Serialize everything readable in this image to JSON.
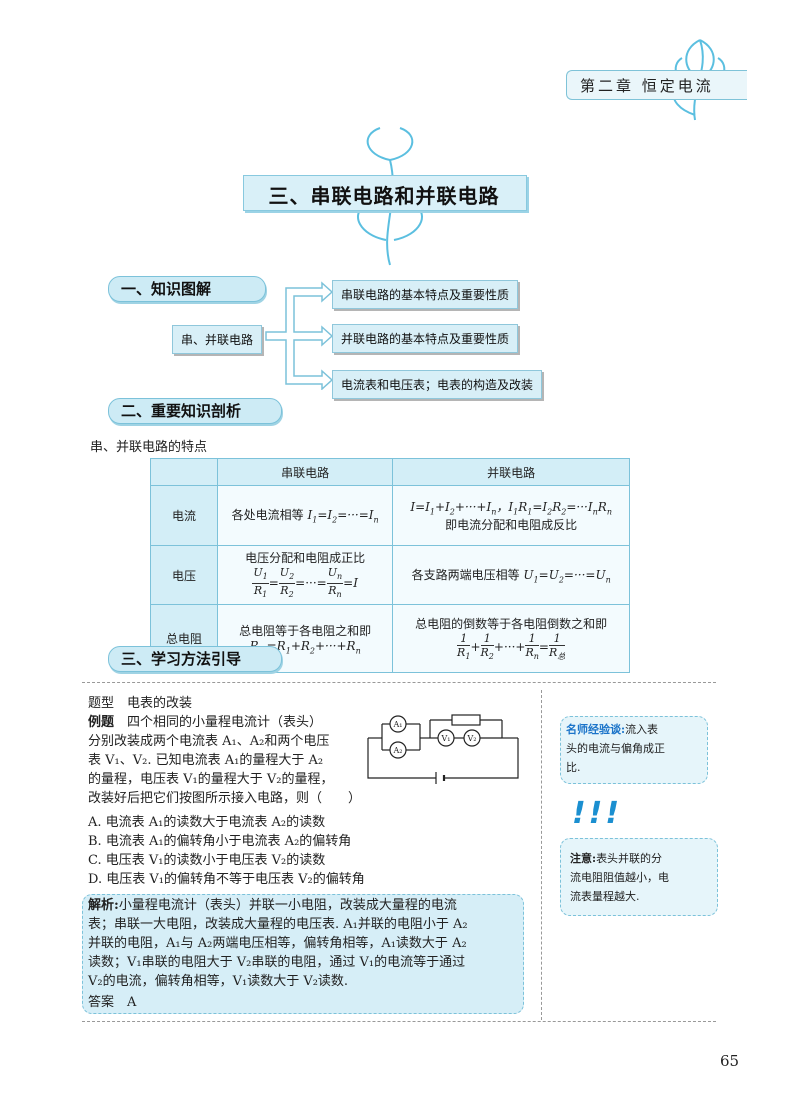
{
  "header": {
    "chapter": "第二章 恒定电流"
  },
  "title": "三、串联电路和并联电路",
  "section1": {
    "heading": "一、知识图解",
    "root": "串、并联电路",
    "branches": [
      "串联电路的基本特点及重要性质",
      "并联电路的基本特点及重要性质",
      "电流表和电压表；电表的构造及改装"
    ]
  },
  "section2": {
    "heading": "二、重要知识剖析",
    "caption": "串、并联电路的特点",
    "table": {
      "col_series": "串联电路",
      "col_parallel": "并联电路",
      "rows": [
        {
          "name": "电流",
          "series": "各处电流相等",
          "parallel_line2": "即电流分配和电阻成反比"
        },
        {
          "name": "电压",
          "series_line1": "电压分配和电阻成正比",
          "parallel": "各支路两端电压相等"
        },
        {
          "name": "总电阻",
          "series_line1": "总电阻等于各电阻之和即",
          "parallel_line1": "总电阻的倒数等于各电阻倒数之和即"
        }
      ]
    }
  },
  "section3": {
    "heading": "三、学习方法引导",
    "topic": "题型　电表的改装",
    "example_label": "例题",
    "example_lines": [
      "四个相同的小量程电流计（表头）",
      "分别改装成两个电流表 A₁、A₂和两个电压",
      "表 V₁、V₂. 已知电流表 A₁的量程大于 A₂",
      "的量程，电压表 V₁的量程大于 V₂的量程，",
      "改装好后把它们按图所示接入电路，则（　　）"
    ],
    "options": [
      "A. 电流表 A₁的读数大于电流表 A₂的读数",
      "B. 电流表 A₁的偏转角小于电流表 A₂的偏转角",
      "C. 电压表 V₁的读数小于电压表 V₂的读数",
      "D. 电压表 V₁的偏转角不等于电压表 V₂的偏转角"
    ],
    "analysis_label": "解析:",
    "analysis_lines": [
      "小量程电流计（表头）并联一小电阻，改装成大量程的电流",
      "表；串联一大电阻，改装成大量程的电压表. A₁并联的电阻小于 A₂",
      "并联的电阻，A₁与 A₂两端电压相等，偏转角相等，A₁读数大于 A₂",
      "读数；V₁串联的电阻大于 V₂串联的电阻，通过 V₁的电流等于通过",
      "V₂的电流，偏转角相等，V₁读数大于 V₂读数."
    ],
    "answer": "答案　A",
    "tip1_label": "名师经验谈:",
    "tip1_lines": [
      "流入表",
      "头的电流与偏角成正",
      "比."
    ],
    "exclaim": "!!!",
    "tip2_label": "注意:",
    "tip2_lines": [
      "表头并联的分",
      "流电阻阻值越小，电",
      "流表量程越大."
    ]
  },
  "page_number": "65",
  "colors": {
    "accent_blue": "#7cc2da",
    "fill_blue": "#d3eef7",
    "tip_blue": "#1b74c9"
  }
}
